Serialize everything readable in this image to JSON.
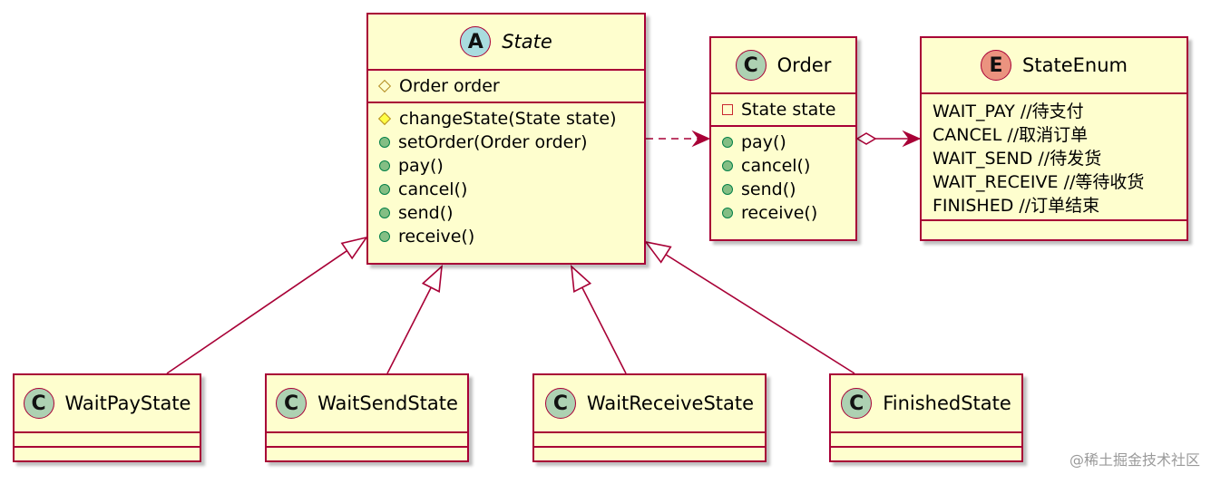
{
  "diagram": {
    "classes": {
      "state": {
        "stereotype": "A",
        "name": "State",
        "fields": [
          {
            "visibility": "protected",
            "text": "Order order"
          }
        ],
        "methods": [
          {
            "visibility": "protected",
            "text": "changeState(State state)"
          },
          {
            "visibility": "public",
            "text": "setOrder(Order order)"
          },
          {
            "visibility": "public",
            "text": "pay()"
          },
          {
            "visibility": "public",
            "text": "cancel()"
          },
          {
            "visibility": "public",
            "text": "send()"
          },
          {
            "visibility": "public",
            "text": "receive()"
          }
        ]
      },
      "order": {
        "stereotype": "C",
        "name": "Order",
        "fields": [
          {
            "visibility": "private",
            "text": "State state"
          }
        ],
        "methods": [
          {
            "visibility": "public",
            "text": "pay()"
          },
          {
            "visibility": "public",
            "text": "cancel()"
          },
          {
            "visibility": "public",
            "text": "send()"
          },
          {
            "visibility": "public",
            "text": "receive()"
          }
        ]
      },
      "state_enum": {
        "stereotype": "E",
        "name": "StateEnum",
        "constants": [
          "WAIT_PAY //待支付",
          "CANCEL //取消订单",
          "WAIT_SEND //待发货",
          "WAIT_RECEIVE //等待收货",
          "FINISHED //订单结束"
        ]
      },
      "wait_pay_state": {
        "stereotype": "C",
        "name": "WaitPayState"
      },
      "wait_send_state": {
        "stereotype": "C",
        "name": "WaitSendState"
      },
      "wait_receive_state": {
        "stereotype": "C",
        "name": "WaitReceiveState"
      },
      "finished_state": {
        "stereotype": "C",
        "name": "FinishedState"
      }
    },
    "relations": [
      {
        "from": "WaitPayState",
        "to": "State",
        "kind": "inheritance"
      },
      {
        "from": "WaitSendState",
        "to": "State",
        "kind": "inheritance"
      },
      {
        "from": "WaitReceiveState",
        "to": "State",
        "kind": "inheritance"
      },
      {
        "from": "FinishedState",
        "to": "State",
        "kind": "inheritance"
      },
      {
        "from": "State",
        "to": "Order",
        "kind": "dependency"
      },
      {
        "from": "Order",
        "to": "StateEnum",
        "kind": "aggregation"
      }
    ],
    "colors": {
      "class_fill": "#FEFECE",
      "border": "#A80036",
      "badge_class": "#ADD1B2",
      "badge_abstract": "#A9DCDF",
      "badge_enum": "#EB937F"
    },
    "watermark": "@稀土掘金技术社区"
  }
}
